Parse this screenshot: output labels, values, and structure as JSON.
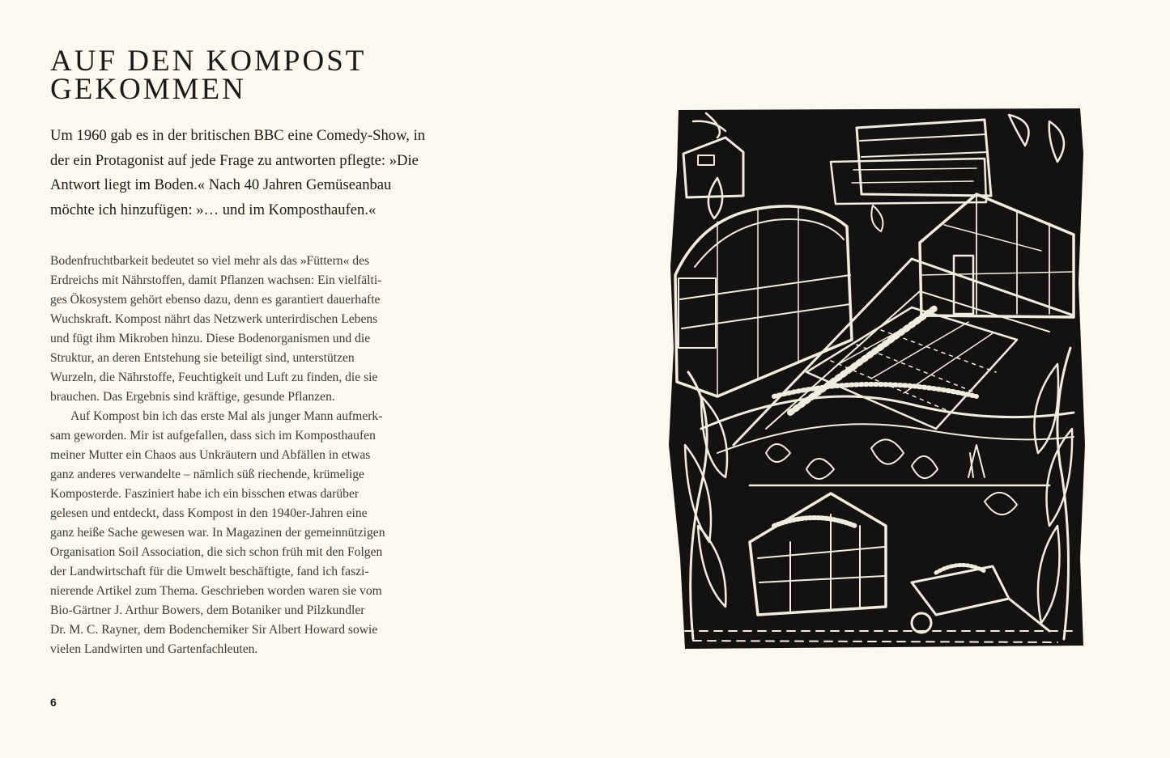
{
  "page": {
    "title_lines": [
      "AUF DEN KOMPOST",
      "GEKOMMEN"
    ],
    "lead_lines": [
      "Um 1960 gab es in der britischen BBC eine Comedy-Show, in",
      "der ein Protagonist auf jede Frage zu antworten pflegte: »Die",
      "Antwort liegt im Boden.« Nach 40 Jahren Gemüseanbau",
      "möchte ich hinzufügen: »… und im Komposthaufen.«"
    ],
    "body_lines": [
      "Bodenfruchtbarkeit bedeutet so viel mehr als das »Füttern« des",
      "Erdreichs mit Nährstoffen, damit Pflanzen wachsen: Ein vielfälti-",
      "ges Ökosystem gehört ebenso dazu, denn es garantiert dauerhafte",
      "Wuchskraft. Kompost nährt das Netzwerk unterirdischen Lebens",
      "und fügt ihm Mikroben hinzu. Diese Bodenorganismen und die",
      "Struktur, an deren Entstehung sie beteiligt sind, unterstützen",
      "Wurzeln, die Nährstoffe, Feuchtigkeit und Luft zu finden, die sie",
      "brauchen. Das Ergebnis sind kräftige, gesunde Pflanzen.",
      "Auf Kompost bin ich das erste Mal als junger Mann aufmerk-",
      "sam geworden. Mir ist aufgefallen, dass sich im Komposthaufen",
      "meiner Mutter ein Chaos aus Unkräutern und Abfällen in etwas",
      "ganz anderes verwandelte – nämlich süß riechende, krümelige",
      "Komposterde. Fasziniert habe ich ein bisschen etwas darüber",
      "gelesen und entdeckt, dass Kompost in den 1940er-Jahren eine",
      "ganz heiße Sache gewesen war. In Magazinen der gemeinnützigen",
      "Organisation Soil Association, die sich schon früh mit den Folgen",
      "der Landwirtschaft für die Umwelt beschäftigte, fand ich faszi-",
      "nierende Artikel zum Thema. Geschrieben worden waren sie vom",
      "Bio-Gärtner J. Arthur Bowers, dem Botaniker und Pilzkundler",
      "Dr. M. C. Rayner, dem Bodenchemiker Sir Albert Howard sowie",
      "vielen Landwirten und Gartenfachleuten."
    ],
    "page_number": "6"
  },
  "colors": {
    "paper": "#fbf9ee",
    "ink": "#1a1a1a",
    "body_ink": "#3a3a3a"
  },
  "illustration": {
    "subject": "linocut-garden-allotment",
    "icon": "woodcut-illustration-icon"
  }
}
